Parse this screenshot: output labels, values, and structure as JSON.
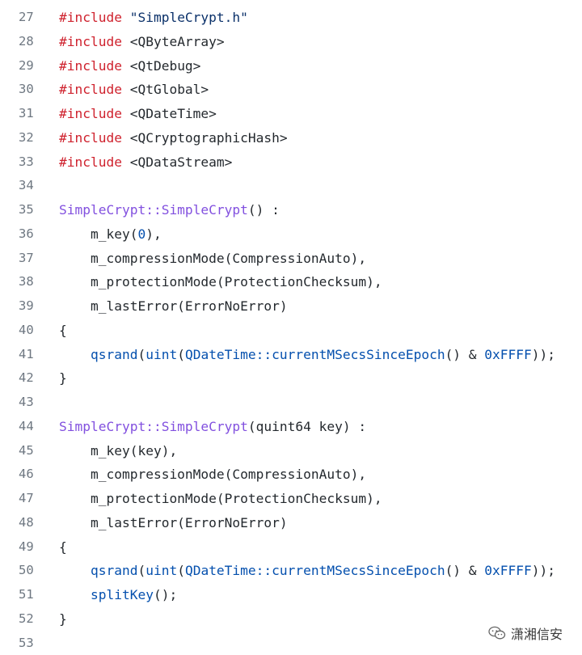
{
  "colors": {
    "keyword": "#cf222e",
    "string": "#0a3069",
    "function": "#8250df",
    "builtin": "#0550ae",
    "number": "#0550ae",
    "text": "#24292e",
    "line_number": "#6e7781"
  },
  "watermark": {
    "icon": "wechat-icon",
    "text": "潇湘信安"
  },
  "lines": [
    {
      "n": "27",
      "tokens": [
        {
          "t": "#include",
          "c": "kw"
        },
        {
          "t": " \"SimpleCrypt.h\"",
          "c": "str"
        }
      ]
    },
    {
      "n": "28",
      "tokens": [
        {
          "t": "#include",
          "c": "kw"
        },
        {
          "t": " <QByteArray>",
          "c": "plain"
        }
      ]
    },
    {
      "n": "29",
      "tokens": [
        {
          "t": "#include",
          "c": "kw"
        },
        {
          "t": " <QtDebug>",
          "c": "plain"
        }
      ]
    },
    {
      "n": "30",
      "tokens": [
        {
          "t": "#include",
          "c": "kw"
        },
        {
          "t": " <QtGlobal>",
          "c": "plain"
        }
      ]
    },
    {
      "n": "31",
      "tokens": [
        {
          "t": "#include",
          "c": "kw"
        },
        {
          "t": " <QDateTime>",
          "c": "plain"
        }
      ]
    },
    {
      "n": "32",
      "tokens": [
        {
          "t": "#include",
          "c": "kw"
        },
        {
          "t": " <QCryptographicHash>",
          "c": "plain"
        }
      ]
    },
    {
      "n": "33",
      "tokens": [
        {
          "t": "#include",
          "c": "kw"
        },
        {
          "t": " <QDataStream>",
          "c": "plain"
        }
      ]
    },
    {
      "n": "34",
      "tokens": []
    },
    {
      "n": "35",
      "tokens": [
        {
          "t": "SimpleCrypt::SimpleCrypt",
          "c": "fn"
        },
        {
          "t": "() :",
          "c": "plain"
        }
      ]
    },
    {
      "n": "36",
      "tokens": [
        {
          "t": "    m_key(",
          "c": "plain"
        },
        {
          "t": "0",
          "c": "num"
        },
        {
          "t": "),",
          "c": "plain"
        }
      ]
    },
    {
      "n": "37",
      "tokens": [
        {
          "t": "    m_compressionMode(CompressionAuto),",
          "c": "plain"
        }
      ]
    },
    {
      "n": "38",
      "tokens": [
        {
          "t": "    m_protectionMode(ProtectionChecksum),",
          "c": "plain"
        }
      ]
    },
    {
      "n": "39",
      "tokens": [
        {
          "t": "    m_lastError(ErrorNoError)",
          "c": "plain"
        }
      ]
    },
    {
      "n": "40",
      "tokens": [
        {
          "t": "{",
          "c": "plain"
        }
      ]
    },
    {
      "n": "41",
      "tokens": [
        {
          "t": "    ",
          "c": "plain"
        },
        {
          "t": "qsrand",
          "c": "bi"
        },
        {
          "t": "(",
          "c": "plain"
        },
        {
          "t": "uint",
          "c": "bi"
        },
        {
          "t": "(",
          "c": "plain"
        },
        {
          "t": "QDateTime::currentMSecsSinceEpoch",
          "c": "bi"
        },
        {
          "t": "() & ",
          "c": "plain"
        },
        {
          "t": "0xFFFF",
          "c": "num"
        },
        {
          "t": "));",
          "c": "plain"
        }
      ]
    },
    {
      "n": "42",
      "tokens": [
        {
          "t": "}",
          "c": "plain"
        }
      ]
    },
    {
      "n": "43",
      "tokens": []
    },
    {
      "n": "44",
      "tokens": [
        {
          "t": "SimpleCrypt::SimpleCrypt",
          "c": "fn"
        },
        {
          "t": "(quint64 key) :",
          "c": "plain"
        }
      ]
    },
    {
      "n": "45",
      "tokens": [
        {
          "t": "    m_key(key),",
          "c": "plain"
        }
      ]
    },
    {
      "n": "46",
      "tokens": [
        {
          "t": "    m_compressionMode(CompressionAuto),",
          "c": "plain"
        }
      ]
    },
    {
      "n": "47",
      "tokens": [
        {
          "t": "    m_protectionMode(ProtectionChecksum),",
          "c": "plain"
        }
      ]
    },
    {
      "n": "48",
      "tokens": [
        {
          "t": "    m_lastError(ErrorNoError)",
          "c": "plain"
        }
      ]
    },
    {
      "n": "49",
      "tokens": [
        {
          "t": "{",
          "c": "plain"
        }
      ]
    },
    {
      "n": "50",
      "tokens": [
        {
          "t": "    ",
          "c": "plain"
        },
        {
          "t": "qsrand",
          "c": "bi"
        },
        {
          "t": "(",
          "c": "plain"
        },
        {
          "t": "uint",
          "c": "bi"
        },
        {
          "t": "(",
          "c": "plain"
        },
        {
          "t": "QDateTime::currentMSecsSinceEpoch",
          "c": "bi"
        },
        {
          "t": "() & ",
          "c": "plain"
        },
        {
          "t": "0xFFFF",
          "c": "num"
        },
        {
          "t": "));",
          "c": "plain"
        }
      ]
    },
    {
      "n": "51",
      "tokens": [
        {
          "t": "    ",
          "c": "plain"
        },
        {
          "t": "splitKey",
          "c": "bi"
        },
        {
          "t": "();",
          "c": "plain"
        }
      ]
    },
    {
      "n": "52",
      "tokens": [
        {
          "t": "}",
          "c": "plain"
        }
      ]
    },
    {
      "n": "53",
      "tokens": []
    }
  ]
}
